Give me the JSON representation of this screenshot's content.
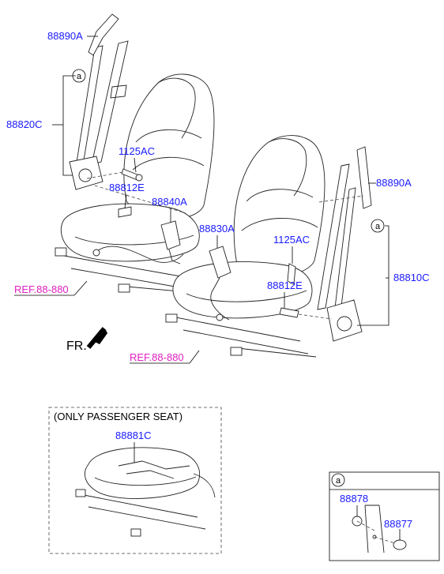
{
  "labels": {
    "upper_guide_left": "88890A",
    "belt_left": "88820C",
    "bolt_left": "1125AC",
    "bolt_left_lower": "88812E",
    "buckle_left": "88840A",
    "buckle_right": "88830A",
    "bolt_right": "1125AC",
    "bolt_right_lower": "88812E",
    "upper_guide_right": "88890A",
    "belt_right": "88810C",
    "ref_left": "REF.88-880",
    "ref_right": "REF.88-880",
    "front": "FR.",
    "callout_a_left": "a",
    "callout_a_right": "a",
    "passenger_note": "(ONLY PASSENGER SEAT)",
    "sensor": "88881C",
    "detail_a_title": "a",
    "detail_part_1": "88878",
    "detail_part_2": "88877"
  },
  "colors": {
    "part_label": "#1a1aff",
    "ref_label": "#e020c0",
    "line": "#000000"
  }
}
